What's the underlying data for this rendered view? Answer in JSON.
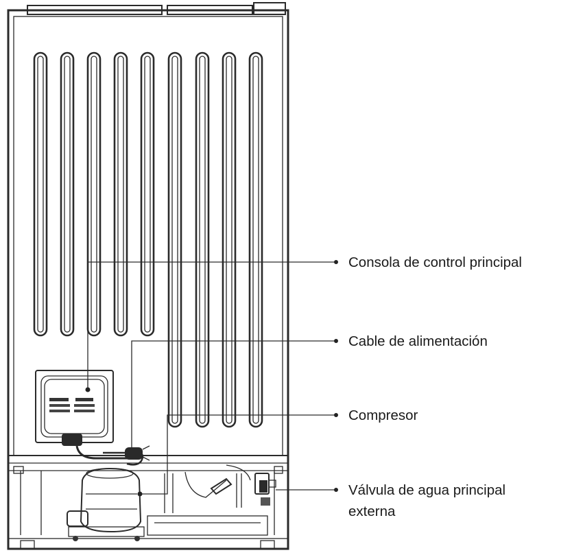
{
  "callouts": [
    {
      "id": "console",
      "label": "Consola de control principal"
    },
    {
      "id": "cable",
      "label": "Cable de alimentación"
    },
    {
      "id": "compressor",
      "label": "Compresor"
    },
    {
      "id": "valve",
      "label_line1": "Válvula de agua principal",
      "label_line2": "externa"
    }
  ]
}
